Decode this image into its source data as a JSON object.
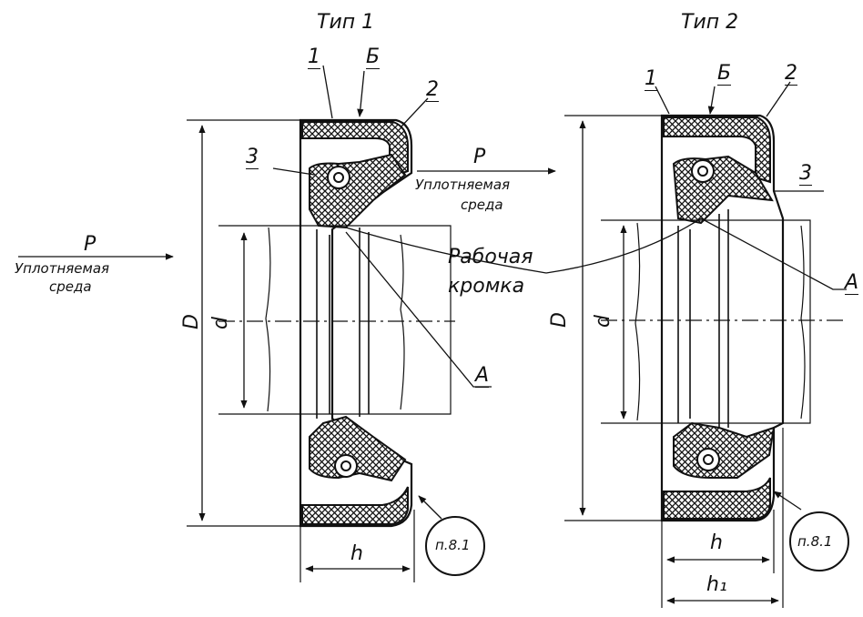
{
  "type1": {
    "title": "Тип 1",
    "callout_1": "1",
    "callout_b": "Б",
    "callout_2": "2",
    "callout_3": "3",
    "callout_a": "A",
    "pressure": "P",
    "sealed_medium_1": "Уплотняемая",
    "sealed_medium_2": "среда",
    "sealed_medium_right_1": "Уплотняемая",
    "sealed_medium_right_2": "среда",
    "dim_D": "D",
    "dim_d": "d",
    "dim_h": "h",
    "note": "п.8.1"
  },
  "working_edge_1": "Рабочая",
  "working_edge_2": "кромка",
  "type2": {
    "title": "Тип 2",
    "callout_1": "1",
    "callout_b": "Б",
    "callout_2": "2",
    "callout_3": "3",
    "callout_a": "A",
    "dim_D": "D",
    "dim_d": "d",
    "dim_h": "h",
    "dim_h1": "h₁",
    "note": "п.8.1"
  },
  "colors": {
    "ink": "#111111",
    "paper": "#ffffff"
  }
}
